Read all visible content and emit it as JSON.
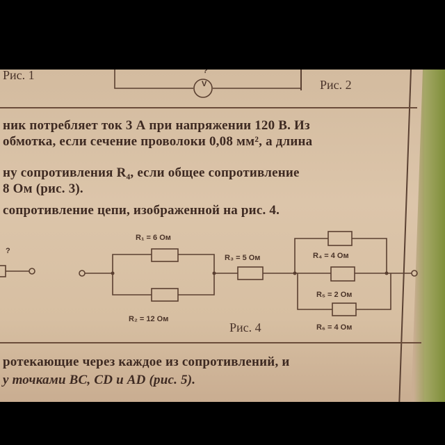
{
  "figure_captions": {
    "fig1": "Рис. 1",
    "fig2": "Рис. 2",
    "fig4": "Рис. 4"
  },
  "fig2": {
    "meter_symbol": "V",
    "unknown_mark": "?"
  },
  "fig3_partial": {
    "unknown_mark": "?"
  },
  "problems": [
    {
      "lines": [
        "ник потребляет ток 3 А при напряжении 120 В. Из",
        "обмотка, если сечение проволоки 0,08 мм², а длина"
      ]
    },
    {
      "lines": [
        "ну сопротивления R₄, если общее сопротивление",
        "8 Ом (рис. 3)."
      ]
    },
    {
      "lines": [
        "сопротивление цепи, изображенной на рис. 4."
      ]
    },
    {
      "lines": [
        "ротекающие через каждое из сопротивлений, и",
        "у точками BC, CD и AD (рис. 5)."
      ]
    }
  ],
  "fig4": {
    "resistors": [
      {
        "name": "R",
        "index": "1",
        "label": "R₁ = 6 Ом",
        "value": "= 6 Ом"
      },
      {
        "name": "R",
        "index": "2",
        "label": "R₂ = 12 Ом",
        "value": "= 12 Ом"
      },
      {
        "name": "R",
        "index": "3",
        "label": "R₃ = 5 Ом",
        "value": "= 5 Ом"
      },
      {
        "name": "R",
        "index": "4",
        "label": "R₄ = 4 Ом",
        "value": "= 4 Ом"
      },
      {
        "name": "R",
        "index": "5",
        "label": "R₅ = 2 Ом",
        "value": "= 2 Ом"
      },
      {
        "name": "R",
        "index": "6",
        "label": "R₆ = 4 Ом",
        "value": "= 4 Ом"
      }
    ]
  },
  "colors": {
    "paper": "#d8c0a4",
    "ink": "#3e2a22",
    "green_background": "#86953f"
  }
}
